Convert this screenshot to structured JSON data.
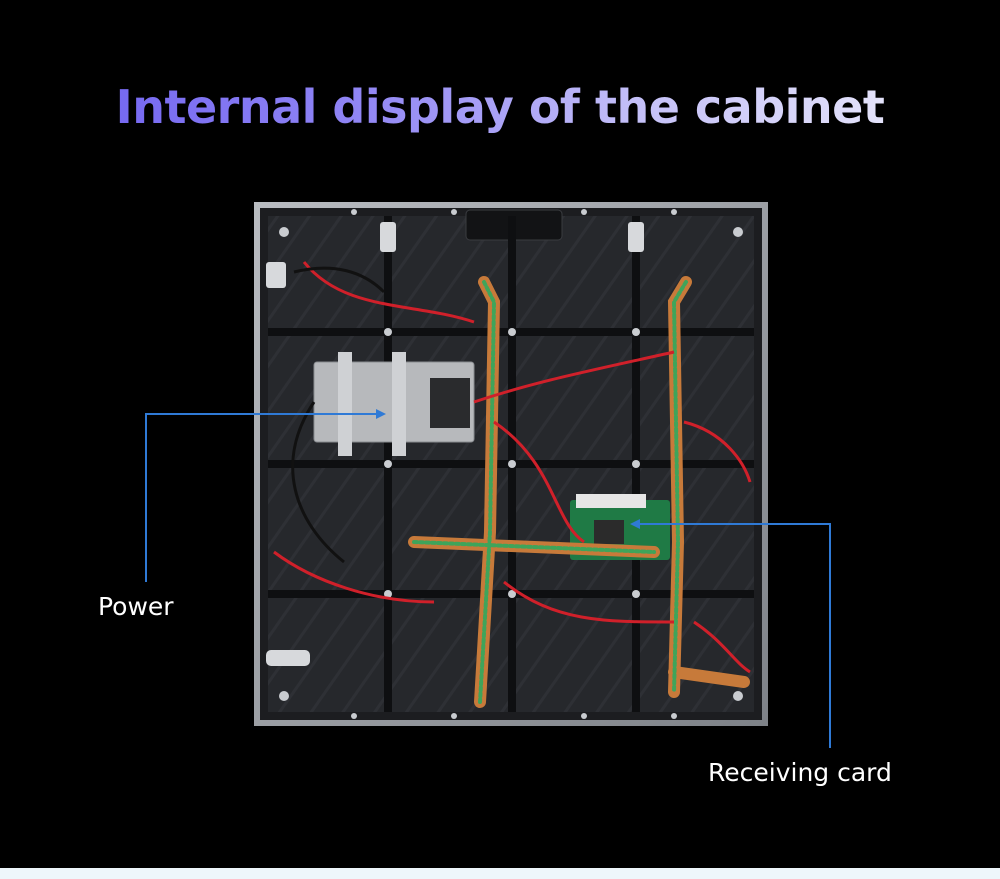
{
  "title": "Internal display of the cabinet",
  "labels": {
    "power": "Power",
    "receiving_card": "Receiving card"
  },
  "colors": {
    "title_start": "#6a5cf0",
    "title_end": "#f2f2fb",
    "callout_line": "#2f7ad6",
    "background": "#000000"
  }
}
